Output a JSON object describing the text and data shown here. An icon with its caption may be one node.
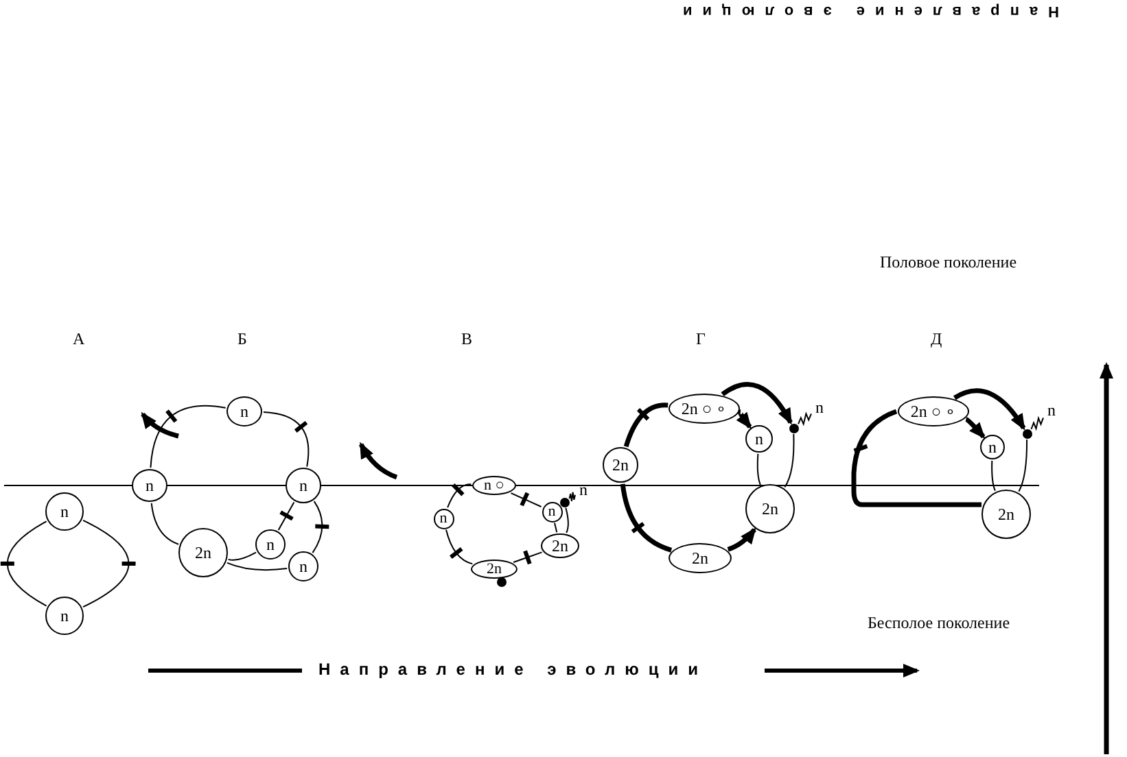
{
  "diagram": {
    "nodes": [
      {
        "text": [
          "n"
        ]
      },
      {
        "text": [
          "n"
        ]
      },
      {
        "text": [
          "n"
        ]
      },
      {
        "text": [
          "n"
        ]
      },
      {
        "text": [
          "n"
        ]
      },
      {
        "text": [
          "2n"
        ]
      },
      {
        "text": [
          "n"
        ]
      },
      {
        "text": [
          "n"
        ]
      },
      {
        "text": [
          "n ○"
        ]
      },
      {
        "text": [
          "n"
        ]
      },
      {
        "text": [
          "n"
        ]
      },
      {
        "text": [
          "2n"
        ]
      },
      {
        "text": [
          "2n"
        ]
      },
      {
        "text": [],
        "shape": "circle"
      },
      {
        "text": [],
        "shape": "circle"
      },
      {
        "text": [
          "n"
        ]
      },
      {
        "text": [
          "2n"
        ]
      },
      {
        "text": [
          "2n ○ ∘"
        ]
      },
      {
        "text": [
          "n"
        ]
      },
      {
        "text": [],
        "shape": "circle"
      },
      {
        "text": [
          "n"
        ]
      },
      {
        "text": [
          "2n"
        ]
      },
      {
        "text": [
          "2n"
        ]
      },
      {
        "text": [
          "2n ○ ∘"
        ]
      },
      {
        "text": [
          "n"
        ]
      },
      {
        "text": [],
        "shape": "circle"
      },
      {
        "text": [
          "n"
        ]
      },
      {
        "text": [
          "2n"
        ]
      }
    ],
    "edges": [
      {
        "from": 0,
        "to": 1,
        "arrow": "none"
      },
      {
        "from": 0,
        "to": 1,
        "arrow": "none"
      },
      {
        "from": 3,
        "to": 2,
        "arrow": "none"
      },
      {
        "from": 2,
        "to": 4,
        "arrow": "none"
      },
      {
        "from": 3,
        "to": 5,
        "arrow": "none"
      },
      {
        "from": 5,
        "to": 6,
        "arrow": "none"
      },
      {
        "from": 5,
        "to": 7,
        "arrow": "none"
      },
      {
        "from": 4,
        "to": 6,
        "arrow": "none"
      },
      {
        "from": 4,
        "to": 7,
        "arrow": "none"
      },
      {
        "from": 9,
        "to": 8,
        "arrow": "none"
      },
      {
        "from": 9,
        "to": 12,
        "arrow": "none"
      },
      {
        "from": 12,
        "to": 11,
        "arrow": "none"
      },
      {
        "from": 8,
        "to": 10,
        "arrow": "none"
      },
      {
        "from": 10,
        "to": 11,
        "arrow": "none"
      },
      {
        "from": 11,
        "to": 13,
        "arrow": "none"
      },
      {
        "from": 13,
        "to": 15,
        "arrow": "none"
      },
      {
        "from": 16,
        "to": 17,
        "arrow": "none",
        "style": "thick"
      },
      {
        "from": 16,
        "to": 22,
        "arrow": "none",
        "style": "thick"
      },
      {
        "from": 22,
        "to": 21,
        "arrow": "to",
        "style": "thick"
      },
      {
        "from": 17,
        "to": 18,
        "arrow": "to",
        "style": "thick"
      },
      {
        "from": 17,
        "to": 19,
        "arrow": "to",
        "style": "thick"
      },
      {
        "from": 18,
        "to": 21,
        "arrow": "none"
      },
      {
        "from": 19,
        "to": 21,
        "arrow": "none"
      },
      {
        "from": 19,
        "to": 20,
        "arrow": "none"
      },
      {
        "from": 27,
        "to": 23,
        "arrow": "none",
        "style": "thick"
      },
      {
        "from": 23,
        "to": 24,
        "arrow": "to",
        "style": "thick"
      },
      {
        "from": 23,
        "to": 25,
        "arrow": "to",
        "style": "thick"
      },
      {
        "from": 24,
        "to": 27,
        "arrow": "none"
      },
      {
        "from": 25,
        "to": 27,
        "arrow": "none"
      },
      {
        "from": 25,
        "to": 26,
        "arrow": "none"
      }
    ],
    "labels": [
      "Направление эволюции",
      "Половое поколение",
      "А",
      "Б",
      "В",
      "Г",
      "Д",
      "Бесполое поколение",
      "Направление эволюции"
    ]
  }
}
